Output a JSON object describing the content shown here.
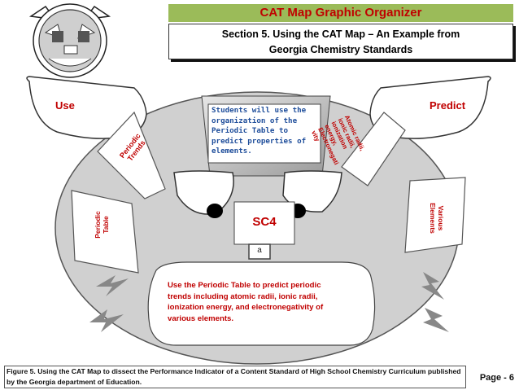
{
  "header": {
    "title": "CAT Map Graphic Organizer",
    "section_line1": "Section 5. Using the CAT Map – An Example from",
    "section_line2": "Georgia Chemistry Standards"
  },
  "ears": {
    "left": "Use",
    "right": "Predict"
  },
  "center_box": {
    "line1": "Students will use the",
    "line2": "organization of the",
    "line3": "Periodic Table to",
    "line4": "predict properties of",
    "line5": "elements."
  },
  "panels": {
    "periodic_trends": [
      "Periodic",
      "Trends"
    ],
    "periodic_table": [
      "Periodic",
      "Table"
    ],
    "various_elements": [
      "Various",
      "Elements"
    ],
    "atomic": [
      "Atomic radii,",
      "ionic radii,",
      "ionization",
      "energy,",
      "Electronegati",
      "vity"
    ]
  },
  "nose": {
    "code": "SC4",
    "letter": "a"
  },
  "mouth": {
    "line1": "Use the Periodic Table to predict periodic",
    "line2": "trends including atomic radii, ionic radii,",
    "line3": "ionization energy, and electronegativity of",
    "line4": "various elements."
  },
  "footer": {
    "caption_line1": "Figure 5. Using the CAT Map to dissect the Performance Indicator of a Content Standard  of High School Chemistry Curriculum published",
    "caption_line2": "by the Georgia department of Education.",
    "page": "Page - 6"
  },
  "colors": {
    "header_green": "#9bbb59",
    "accent_red": "#c00000",
    "text_blue": "#1f4e9b",
    "face_gray": "#d0d0d0"
  }
}
